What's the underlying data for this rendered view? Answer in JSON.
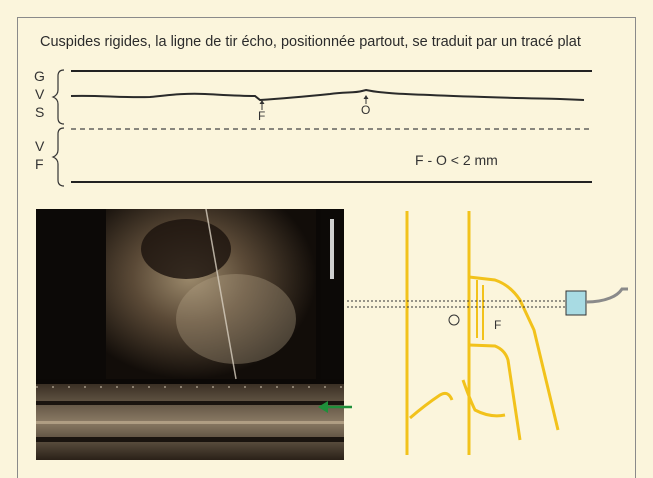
{
  "caption": "Cuspides rigides, la ligne de tir écho, positionnée partout, se traduit par un tracé plat",
  "trace_labels": {
    "g": "G",
    "v1": "V",
    "s": "S",
    "v2": "V",
    "f": "F"
  },
  "markers": {
    "f": "F",
    "o": "O"
  },
  "formula": "F - O < 2 mm",
  "diagram_labels": {
    "o": "O",
    "f": "F"
  },
  "colors": {
    "background": "#fbf5dc",
    "valve_lines": "#f2c21b",
    "arrow": "#1f8f3a",
    "probe": "#a8dbe3",
    "trace": "#2a2a2a"
  }
}
